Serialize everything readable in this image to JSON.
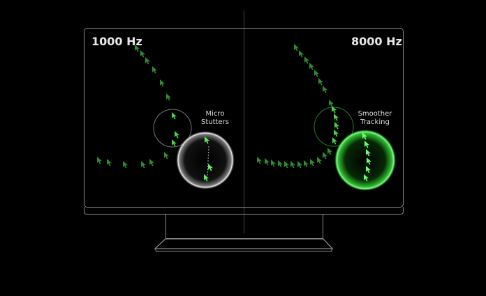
{
  "panels": {
    "left": {
      "title": "1000 Hz",
      "annotation_line1": "Micro",
      "annotation_line2": "Stutters"
    },
    "right": {
      "title": "8000 Hz",
      "annotation_line1": "Smoother",
      "annotation_line2": "Tracking"
    }
  },
  "colors": {
    "background": "#000000",
    "outline": "#8a8a8a",
    "cursor_dim": "#2e8b2e",
    "cursor_bright": "#5cf05c",
    "glow_white": "#d0d0d0",
    "glow_green": "#44ee44"
  },
  "icons": {
    "cursor": "cursor-arrow-icon"
  }
}
